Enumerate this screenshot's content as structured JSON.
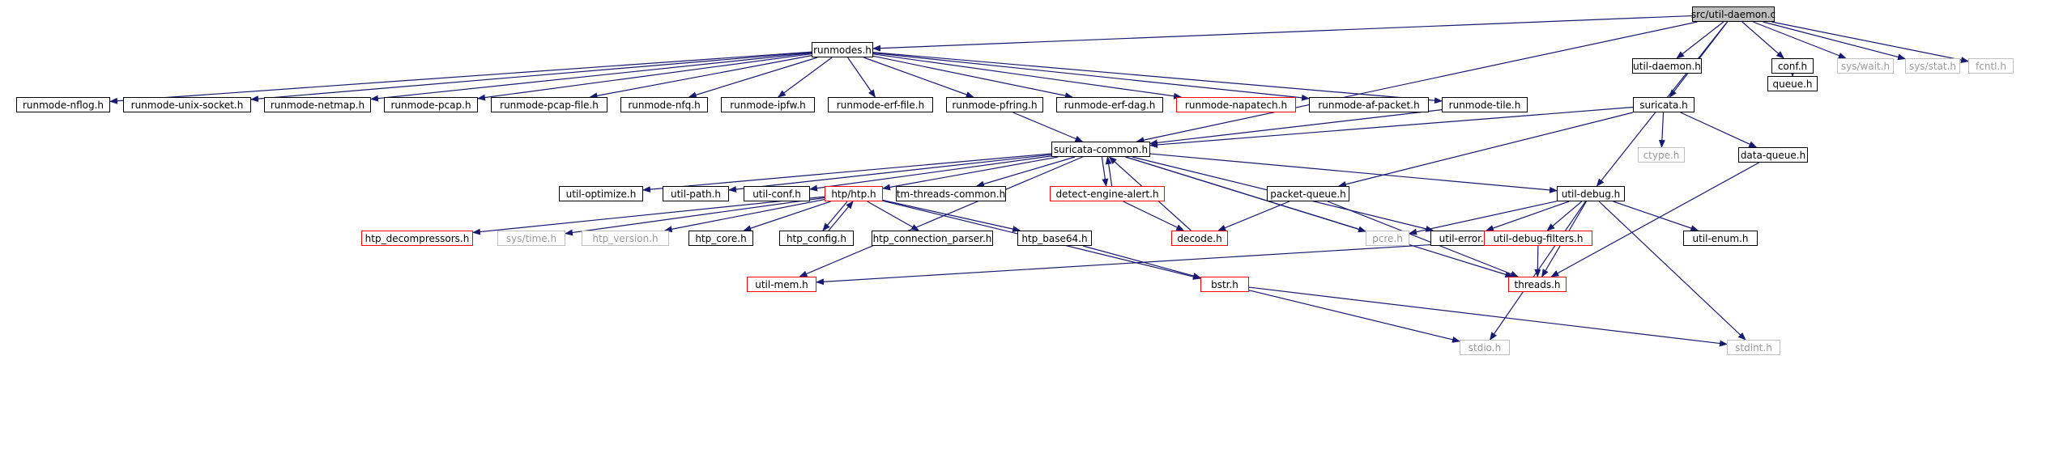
{
  "colors": {
    "edge": "#191970",
    "border_default": "#000000",
    "border_incomplete": "#ff0000",
    "border_external": "#bfbfbf",
    "text_external": "#9a9a9a",
    "root_fill": "#bfbfbf"
  },
  "nodes": [
    {
      "id": "root",
      "label": "src/util-daemon.c",
      "kind": "root"
    },
    {
      "id": "runmodes",
      "label": "runmodes.h",
      "kind": "default"
    },
    {
      "id": "util_daemon_h",
      "label": "util-daemon.h",
      "kind": "default"
    },
    {
      "id": "conf_h",
      "label": "conf.h",
      "kind": "default"
    },
    {
      "id": "sys_wait",
      "label": "sys/wait.h",
      "kind": "external"
    },
    {
      "id": "sys_stat",
      "label": "sys/stat.h",
      "kind": "external"
    },
    {
      "id": "fcntl",
      "label": "fcntl.h",
      "kind": "external"
    },
    {
      "id": "queue",
      "label": "queue.h",
      "kind": "default"
    },
    {
      "id": "rm_nflog",
      "label": "runmode-nflog.h",
      "kind": "default"
    },
    {
      "id": "rm_unix",
      "label": "runmode-unix-socket.h",
      "kind": "default"
    },
    {
      "id": "rm_netmap",
      "label": "runmode-netmap.h",
      "kind": "default"
    },
    {
      "id": "rm_pcap",
      "label": "runmode-pcap.h",
      "kind": "default"
    },
    {
      "id": "rm_pcapfile",
      "label": "runmode-pcap-file.h",
      "kind": "default"
    },
    {
      "id": "rm_nfq",
      "label": "runmode-nfq.h",
      "kind": "default"
    },
    {
      "id": "rm_ipfw",
      "label": "runmode-ipfw.h",
      "kind": "default"
    },
    {
      "id": "rm_erffile",
      "label": "runmode-erf-file.h",
      "kind": "default"
    },
    {
      "id": "rm_pfring",
      "label": "runmode-pfring.h",
      "kind": "default"
    },
    {
      "id": "rm_erfdag",
      "label": "runmode-erf-dag.h",
      "kind": "default"
    },
    {
      "id": "rm_napatech",
      "label": "runmode-napatech.h",
      "kind": "incomplete"
    },
    {
      "id": "rm_afpacket",
      "label": "runmode-af-packet.h",
      "kind": "default"
    },
    {
      "id": "rm_tile",
      "label": "runmode-tile.h",
      "kind": "default"
    },
    {
      "id": "suricata",
      "label": "suricata.h",
      "kind": "default"
    },
    {
      "id": "common",
      "label": "suricata-common.h",
      "kind": "default"
    },
    {
      "id": "ctype",
      "label": "ctype.h",
      "kind": "external"
    },
    {
      "id": "data_queue",
      "label": "data-queue.h",
      "kind": "default"
    },
    {
      "id": "util_optimize",
      "label": "util-optimize.h",
      "kind": "default"
    },
    {
      "id": "util_path",
      "label": "util-path.h",
      "kind": "default"
    },
    {
      "id": "util_conf",
      "label": "util-conf.h",
      "kind": "default"
    },
    {
      "id": "htp",
      "label": "htp/htp.h",
      "kind": "incomplete"
    },
    {
      "id": "tm_threads",
      "label": "tm-threads-common.h",
      "kind": "default"
    },
    {
      "id": "detect_alert",
      "label": "detect-engine-alert.h",
      "kind": "incomplete"
    },
    {
      "id": "packet_queue",
      "label": "packet-queue.h",
      "kind": "default"
    },
    {
      "id": "util_debug",
      "label": "util-debug.h",
      "kind": "default"
    },
    {
      "id": "htp_decomp",
      "label": "htp_decompressors.h",
      "kind": "incomplete"
    },
    {
      "id": "sys_time",
      "label": "sys/time.h",
      "kind": "external"
    },
    {
      "id": "htp_version",
      "label": "htp_version.h",
      "kind": "external"
    },
    {
      "id": "htp_core",
      "label": "htp_core.h",
      "kind": "default"
    },
    {
      "id": "htp_config",
      "label": "htp_config.h",
      "kind": "default"
    },
    {
      "id": "htp_conn",
      "label": "htp_connection_parser.h",
      "kind": "default"
    },
    {
      "id": "htp_base64",
      "label": "htp_base64.h",
      "kind": "default"
    },
    {
      "id": "decode",
      "label": "decode.h",
      "kind": "incomplete"
    },
    {
      "id": "pcre",
      "label": "pcre.h",
      "kind": "external"
    },
    {
      "id": "util_error",
      "label": "util-error.h",
      "kind": "default"
    },
    {
      "id": "util_dbg_filters",
      "label": "util-debug-filters.h",
      "kind": "incomplete"
    },
    {
      "id": "util_enum",
      "label": "util-enum.h",
      "kind": "default"
    },
    {
      "id": "util_mem",
      "label": "util-mem.h",
      "kind": "incomplete"
    },
    {
      "id": "bstr",
      "label": "bstr.h",
      "kind": "incomplete"
    },
    {
      "id": "threads",
      "label": "threads.h",
      "kind": "incomplete"
    },
    {
      "id": "stdio",
      "label": "stdio.h",
      "kind": "external"
    },
    {
      "id": "stdint",
      "label": "stdint.h",
      "kind": "external"
    }
  ],
  "edges": [
    [
      "root",
      "runmodes"
    ],
    [
      "root",
      "common"
    ],
    [
      "root",
      "util_daemon_h"
    ],
    [
      "root",
      "conf_h"
    ],
    [
      "root",
      "sys_wait"
    ],
    [
      "root",
      "sys_stat"
    ],
    [
      "root",
      "fcntl"
    ],
    [
      "root",
      "suricata"
    ],
    [
      "root",
      "util_debug"
    ],
    [
      "conf_h",
      "queue"
    ],
    [
      "runmodes",
      "rm_nflog"
    ],
    [
      "runmodes",
      "rm_unix"
    ],
    [
      "runmodes",
      "rm_netmap"
    ],
    [
      "runmodes",
      "rm_pcap"
    ],
    [
      "runmodes",
      "rm_pcapfile"
    ],
    [
      "runmodes",
      "rm_nfq"
    ],
    [
      "runmodes",
      "rm_ipfw"
    ],
    [
      "runmodes",
      "rm_erffile"
    ],
    [
      "runmodes",
      "rm_pfring"
    ],
    [
      "runmodes",
      "rm_erfdag"
    ],
    [
      "runmodes",
      "rm_napatech"
    ],
    [
      "runmodes",
      "rm_afpacket"
    ],
    [
      "runmodes",
      "rm_tile"
    ],
    [
      "rm_pfring",
      "common"
    ],
    [
      "rm_tile",
      "common"
    ],
    [
      "suricata",
      "common"
    ],
    [
      "suricata",
      "ctype"
    ],
    [
      "suricata",
      "data_queue"
    ],
    [
      "suricata",
      "packet_queue"
    ],
    [
      "data_queue",
      "threads"
    ],
    [
      "common",
      "util_optimize"
    ],
    [
      "common",
      "util_path"
    ],
    [
      "common",
      "util_conf"
    ],
    [
      "common",
      "htp"
    ],
    [
      "common",
      "tm_threads"
    ],
    [
      "common",
      "detect_alert"
    ],
    [
      "common",
      "util_debug"
    ],
    [
      "common",
      "pcre"
    ],
    [
      "common",
      "util_error"
    ],
    [
      "common",
      "threads"
    ],
    [
      "common",
      "util_mem"
    ],
    [
      "detect_alert",
      "common"
    ],
    [
      "detect_alert",
      "decode"
    ],
    [
      "decode",
      "common"
    ],
    [
      "packet_queue",
      "decode"
    ],
    [
      "packet_queue",
      "threads"
    ],
    [
      "htp",
      "htp_decomp"
    ],
    [
      "htp",
      "sys_time"
    ],
    [
      "htp",
      "htp_version"
    ],
    [
      "htp",
      "htp_core"
    ],
    [
      "htp",
      "htp_config"
    ],
    [
      "htp",
      "htp_conn"
    ],
    [
      "htp",
      "htp_base64"
    ],
    [
      "htp",
      "bstr"
    ],
    [
      "htp_config",
      "htp"
    ],
    [
      "htp_base64",
      "bstr"
    ],
    [
      "util_debug",
      "pcre"
    ],
    [
      "util_debug",
      "util_error"
    ],
    [
      "util_debug",
      "util_dbg_filters"
    ],
    [
      "util_debug",
      "util_enum"
    ],
    [
      "util_debug",
      "threads"
    ],
    [
      "util_debug",
      "stdio"
    ],
    [
      "util_debug",
      "stdint"
    ],
    [
      "util_dbg_filters",
      "threads"
    ],
    [
      "util_dbg_filters",
      "util_mem"
    ],
    [
      "bstr",
      "stdio"
    ],
    [
      "bstr",
      "stdint"
    ]
  ]
}
